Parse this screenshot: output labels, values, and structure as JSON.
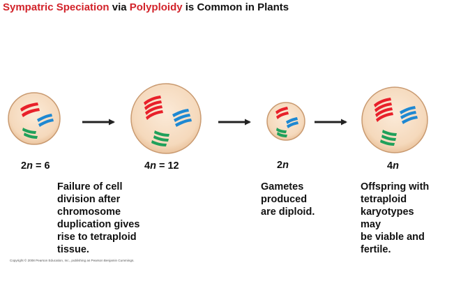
{
  "title": {
    "part1": "Sympatric Speciation",
    "part2": " via ",
    "part3": "Polyploidy",
    "part4": " is ",
    "part5": "Common",
    "part6": " in ",
    "part7": "Plants"
  },
  "colors": {
    "accent_red": "#d2232a",
    "chromosome_red": "#e8202a",
    "chromosome_blue": "#1e88d2",
    "chromosome_green": "#1fa05a",
    "cell_fill": "#f7dfc6",
    "arrow": "#222222"
  },
  "stages": [
    {
      "number": "2",
      "var": "n",
      "suffix": " = 6"
    },
    {
      "number": "4",
      "var": "n",
      "suffix": " = 12"
    },
    {
      "number": "2",
      "var": "n",
      "suffix": ""
    },
    {
      "number": "4",
      "var": "n",
      "suffix": ""
    }
  ],
  "descriptions": {
    "failure": [
      "Failure of cell",
      "division after",
      "chromosome",
      "duplication gives",
      "rise to tetraploid",
      "tissue."
    ],
    "gametes": [
      "Gametes",
      "produced",
      "are diploid."
    ],
    "offspring": [
      "Offspring with",
      "tetraploid",
      "karyotypes",
      "may",
      "be viable and",
      "fertile."
    ]
  },
  "copyright": "Copyright © 2008 Pearson Education, Inc., publishing as Pearson Benjamin Cummings."
}
